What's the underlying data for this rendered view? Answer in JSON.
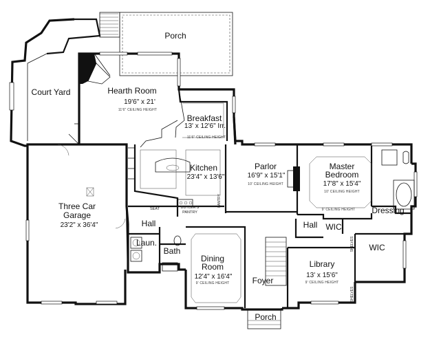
{
  "rooms": {
    "porch_top": {
      "name": "Porch"
    },
    "court_yard": {
      "name": "Court Yard"
    },
    "hearth_room": {
      "name": "Hearth Room",
      "dims": "19'6\" x 21'",
      "ceiling": "11'6\" CEILING HEIGHT"
    },
    "breakfast": {
      "name": "Breakfast",
      "dims": "13' x 12'6\" Irr.",
      "ceiling": "11'6\" CEILING HEIGHT"
    },
    "kitchen": {
      "name": "Kitchen",
      "dims": "23'4\" x 13'6\""
    },
    "parlor": {
      "name": "Parlor",
      "dims": "16'9\" x 15'1\"",
      "ceiling": "10' CEILING HEIGHT"
    },
    "master_bedroom": {
      "name_line1": "Master",
      "name_line2": "Bedroom",
      "dims": "17'8\" x 15'4\"",
      "ceiling": "10' CEILING HEIGHT"
    },
    "garage": {
      "name_line1": "Three Car",
      "name_line2": "Garage",
      "dims": "23'2\" x 36'4\""
    },
    "hall_left": {
      "name": "Hall"
    },
    "laundry": {
      "name": "Laun."
    },
    "bath": {
      "name": "Bath"
    },
    "dining_room": {
      "name_line1": "Dining",
      "name_line2": "Room",
      "dims": "12'4\" x 16'4\"",
      "ceiling": "9' CEILING HEIGHT"
    },
    "foyer": {
      "name": "Foyer"
    },
    "library": {
      "name": "Library",
      "dims": "13' x 15'6\"",
      "ceiling": "9' CEILING HEIGHT"
    },
    "hall_right": {
      "name": "Hall"
    },
    "wic_small": {
      "name": "WIC"
    },
    "wic_large": {
      "name": "WIC"
    },
    "dressing": {
      "name": "Dressing"
    },
    "porch_bottom": {
      "name": "Porch"
    }
  },
  "labels": {
    "seat": "SEAT",
    "butlers_pantry_1": "BUTLER'S",
    "butlers_pantry_2": "PANTRY",
    "pantry": "PANTRY",
    "master_ceiling_extra": "9' CEILING HEIGHT",
    "shelves": "SHELVES"
  }
}
